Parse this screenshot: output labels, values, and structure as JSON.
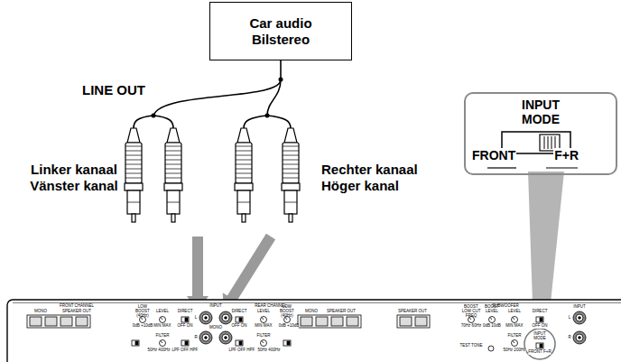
{
  "diagram": {
    "nodes": [
      {
        "text": [
          "Car audio",
          "Bilstereo"
        ]
      },
      {
        "text": [
          "INPUT MODE",
          "FRONT",
          "F+R"
        ]
      }
    ],
    "labels": [
      "LINE OUT",
      "Linker kanaal",
      "Vänster kanal",
      "Rechter kanaal",
      "Höger kanal",
      "FRONT CHANNEL",
      "MONO",
      "SPEAKER OUT",
      "LOW BOOST (40Hz)",
      "LEVEL",
      "DIRECT",
      "0dB +10dB",
      "MIN MAX",
      "OFF ON",
      "FILTER",
      "50Hz 400Hz",
      "LPF OFF HPF",
      "INPUT",
      "L",
      "MONO",
      "R",
      "DIRECT",
      "OFF ON",
      "REAR CHANNEL",
      "LEVEL",
      "LOW BOOST (40Hz)",
      "MIN MAX",
      "0dB +10dB",
      "FILTER",
      "LPF OFF HPF",
      "50Hz 400Hz",
      "MONO",
      "SPEAKER OUT",
      "SPEAKER OUT",
      "SUBWOOFER",
      "BOOST LOW CUT FREQ",
      "BOOST LEVEL",
      "LEVEL",
      "DIRECT",
      "70Hz 60Hz",
      "0dB 10dB",
      "MIN MAX",
      "OFF ON",
      "FILTER",
      "50Hz 200Hz",
      "TEST TONE",
      "INPUT MODE",
      "FRONT F+R",
      "INPUT",
      "L",
      "R"
    ]
  }
}
